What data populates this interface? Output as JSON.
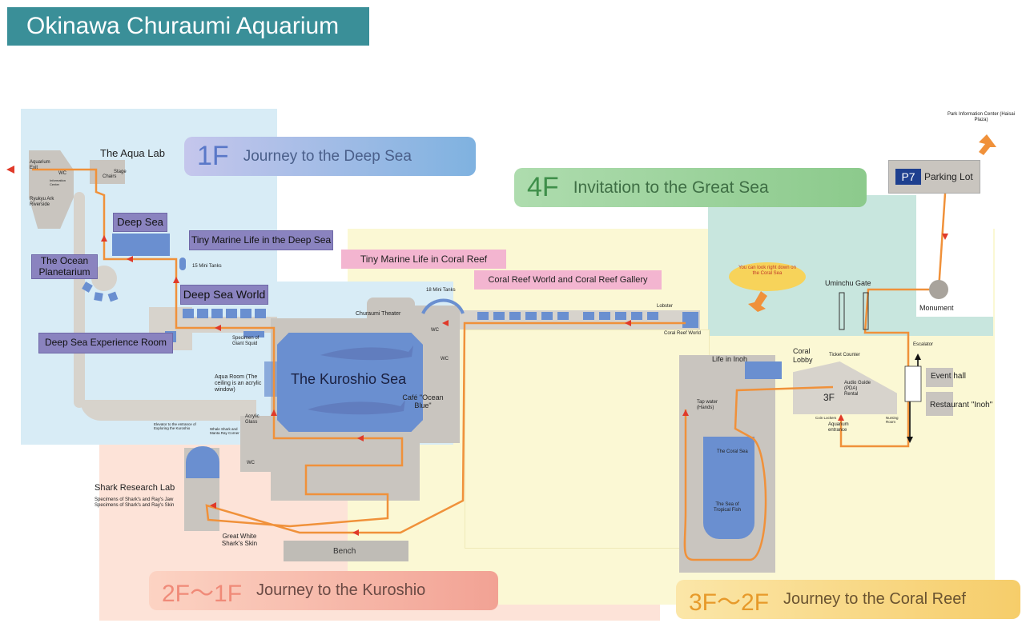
{
  "title": "Okinawa Churaumi Aquarium",
  "colors": {
    "title_bg": "#3a8f98",
    "route": "#f0913a",
    "arrow": "#e03a2a",
    "tank": "#6a8fd0",
    "zone_1f": "#d8ecf6",
    "zone_2f": "#fde3d8",
    "zone_3f": "#fbf8d4",
    "zone_4f": "#c8e6de",
    "label_purple": "#8a83bf",
    "label_pink": "#f3b5d0"
  },
  "floors": {
    "f1": {
      "floor": "1F",
      "name": "Journey to the Deep Sea"
    },
    "f4": {
      "floor": "4F",
      "name": "Invitation to the Great Sea"
    },
    "f2": {
      "floor": "2F～1F",
      "name": "Journey to the Kuroshio"
    },
    "f3": {
      "floor": "3F～2F",
      "name": "Journey to the Coral Reef"
    }
  },
  "exhibits": {
    "deep_sea": "Deep Sea",
    "tiny_deep": "Tiny Marine Life in the Deep Sea",
    "ocean_planetarium": "The Ocean Planetarium",
    "deep_sea_world": "Deep Sea World",
    "deep_sea_exp": "Deep Sea Experience Room",
    "tiny_coral": "Tiny Marine Life in Coral Reef",
    "coral_gallery": "Coral Reef World and Coral Reef Gallery",
    "kuroshio": "The Kuroshio Sea"
  },
  "labels": {
    "aqua_lab": "The Aqua Lab",
    "stage": "Stage",
    "chairs": "Chairs",
    "aquarium_exit": "Aquarium Exit",
    "wc": "WC",
    "info_center": "Information Center",
    "ryukyu": "Ryukyu Ark Riverside",
    "mini_tanks_15": "15 Mini Tanks",
    "mini_tanks_18": "18 Mini Tanks",
    "giant_squid": "Specimen of Giant Squid",
    "aqua_room": "Aqua Room (The ceiling is an acrylic window)",
    "acrylic_glass": "Acrylic Glass",
    "elevator": "Elevator to the entrance of Exploring the Kuroshio",
    "whale_shark": "Whale Shark and Manta Ray Corner",
    "churaumi_theater": "Churaumi Theater",
    "cafe": "Café \"Ocean Blue\"",
    "shark_lab": "Shark Research Lab",
    "shark_specimens_1": "Specimens of Shark's and Ray's Jaw",
    "shark_specimens_2": "Specimens of Shark's and Ray's Skin",
    "great_white": "Great White Shark's Skin",
    "bench": "Bench",
    "lobster": "Lobster",
    "coral_reef_world": "Coral Reef World",
    "life_in_inoh": "Life in Inoh",
    "coral_lobby": "Coral Lobby",
    "ticket_counter": "Ticket Counter",
    "audio_guide": "Audio Guide (PDA) Rental",
    "floor_3f": "3F",
    "aquarium_entrance": "Aquarium entrance",
    "coin_lockers": "Coin Lockers",
    "nursing_room": "Nursing Room",
    "tap_water": "Tap water (Hands)",
    "coral_sea": "The Coral Sea",
    "tropical_fish": "The Sea of Tropical Fish",
    "event_hall": "Event hall",
    "restaurant": "Restaurant \"Inoh\"",
    "escalator": "Escalator",
    "uminchu_gate": "Uminchu Gate",
    "monument": "Monument",
    "parking_badge": "P7",
    "parking_lot": "Parking Lot",
    "park_info": "Park Information Center (Haisai Plaza)",
    "look_down": "You can look right down on the Coral Sea"
  }
}
